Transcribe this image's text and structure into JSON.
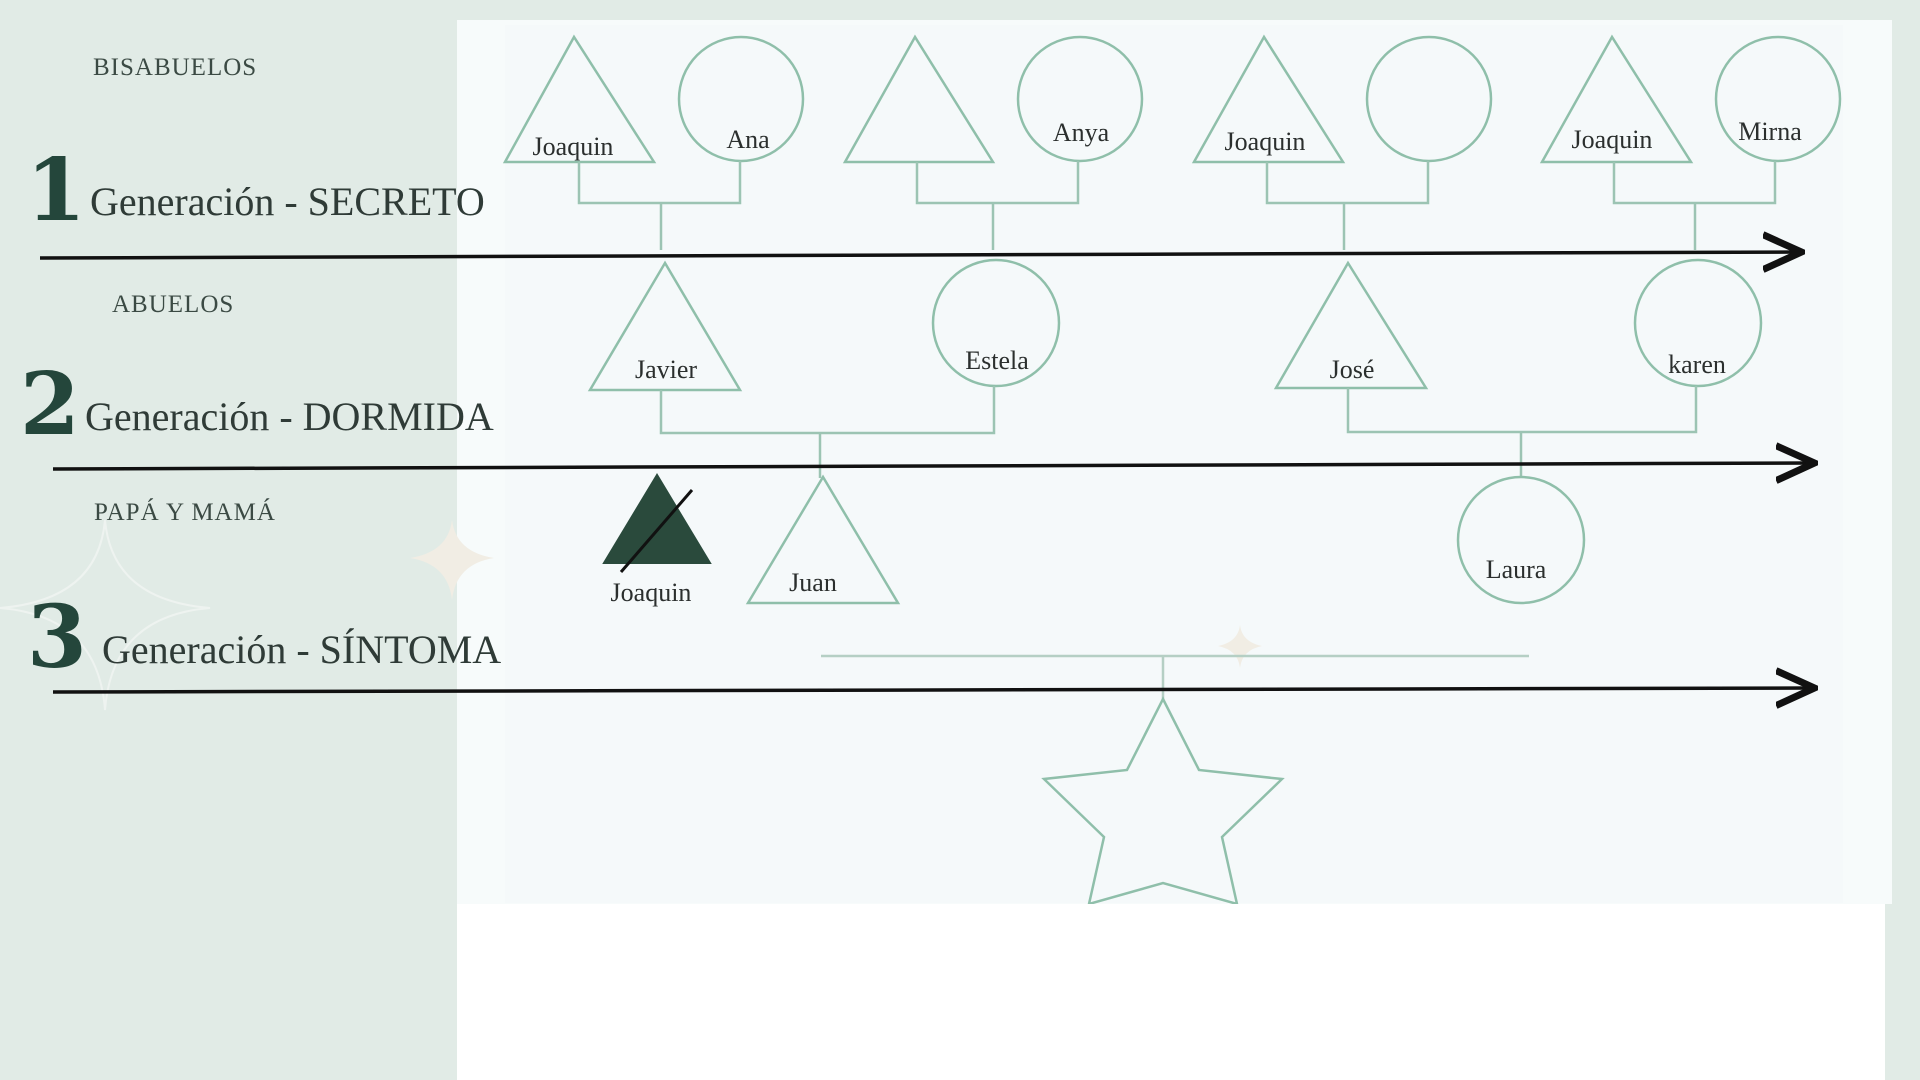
{
  "generations": [
    {
      "group_label": "BISABUELOS",
      "number": "1",
      "title": "Generación - SECRETO"
    },
    {
      "group_label": "ABUELOS",
      "number": "2",
      "title": "Generación - DORMIDA"
    },
    {
      "group_label": "PAPÁ Y MAMÁ",
      "number": "3",
      "title": "Generación - SÍNTOMA"
    }
  ],
  "people": {
    "bisabuelos": [
      "Joaquin",
      "Ana",
      "",
      "Anya",
      "Joaquin",
      "",
      "Joaquin",
      "Mirna"
    ],
    "abuelos": [
      "Javier",
      "Estela",
      "José",
      "karen"
    ],
    "padres": [
      "Joaquin",
      "Juan",
      "Laura"
    ]
  },
  "colors": {
    "symbol_stroke": "#8fbfaa",
    "deceased_fill": "#2a4a3c",
    "arrow": "#111111",
    "accent_dark": "#24463b"
  }
}
